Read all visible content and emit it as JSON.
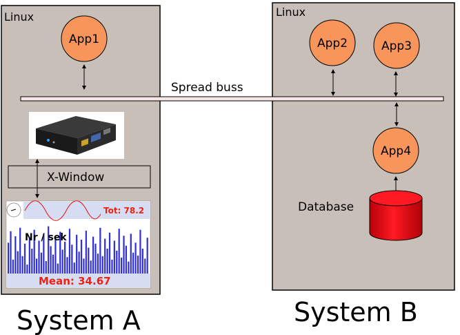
{
  "system_a": {
    "os_label": "Linux",
    "title": "System A",
    "app1": "App1",
    "xwindow": "X-Window",
    "monitor": {
      "tot_label": "Tot: 78.2",
      "rate_label": "Nr / sek",
      "mean_label": "Mean: 34.67"
    }
  },
  "system_b": {
    "os_label": "Linux",
    "title": "System B",
    "app2": "App2",
    "app3": "App3",
    "app4": "App4",
    "database": "Database"
  },
  "bus": {
    "label": "Spread buss"
  },
  "colors": {
    "box_fill": "#c8bfb8",
    "app_fill": "#f7955a",
    "db_fill": "#e8000a",
    "monitor_bar": "#2f2fd8",
    "monitor_text": "#ee2211"
  },
  "monitor_bars": [
    0.62,
    0.85,
    0.28,
    0.75,
    0.45,
    0.92,
    0.35,
    0.6,
    0.18,
    0.7,
    0.5,
    0.88,
    0.3,
    0.66,
    0.42,
    0.8,
    0.25,
    0.95,
    0.55,
    0.38,
    0.72,
    0.2,
    0.84,
    0.48,
    0.64,
    0.33,
    0.9,
    0.58,
    0.22,
    0.78,
    0.44,
    0.68,
    0.3,
    0.86,
    0.52,
    0.26,
    0.74,
    0.6,
    0.4,
    0.92,
    0.35,
    0.7,
    0.5,
    0.82,
    0.28,
    0.66,
    0.46,
    0.9,
    0.32,
    0.76,
    0.56,
    0.24,
    0.8,
    0.42,
    0.62,
    0.36,
    0.88,
    0.5,
    0.3,
    0.72
  ]
}
